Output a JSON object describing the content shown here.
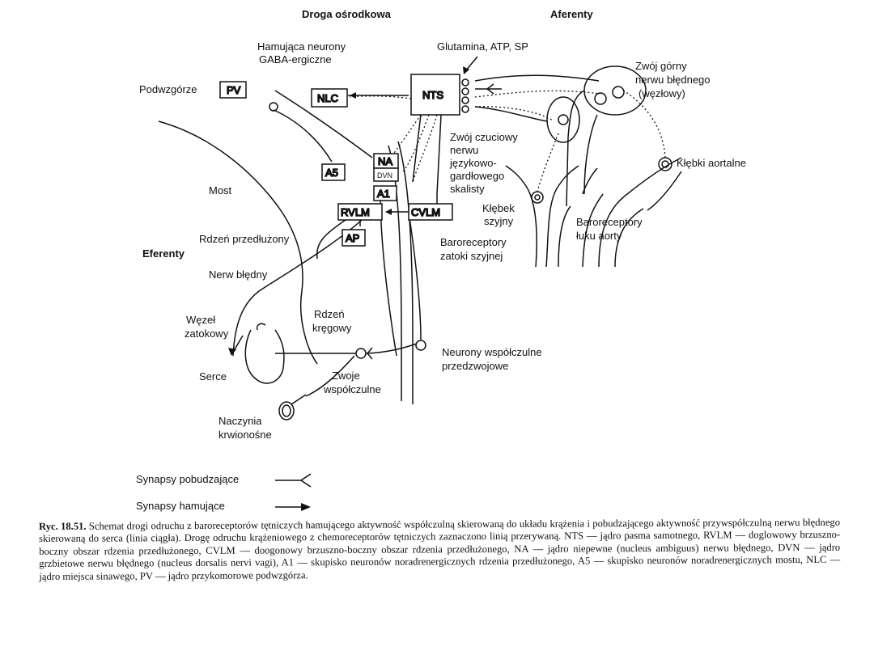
{
  "headers": {
    "central": "Droga ośrodkowa",
    "afferent": "Aferenty",
    "efferent": "Eferenty"
  },
  "labels": {
    "gaba": [
      "Hamująca neurony",
      "GABA-ergiczne"
    ],
    "hypothalamus": "Podwzgórze",
    "neurotransmitters": "Glutamina, ATP, SP",
    "vagal_ganglion": [
      "Zwój górny",
      "nerwu błędnego",
      "(węzłowy)"
    ],
    "glosso_ganglion": [
      "Zwój czuciowy",
      "nerwu",
      "językowo-",
      "gardłowego",
      "skalisty"
    ],
    "aortic_bodies": "Kłębki aortalne",
    "carotid_body": [
      "Kłębek",
      "szyjny"
    ],
    "aortic_baroreceptors": [
      "Baroreceptory",
      "łuku aorty"
    ],
    "sinus_baroreceptors": [
      "Baroreceptory",
      "zatoki szyjnej"
    ],
    "pons": "Most",
    "medulla": "Rdzeń przedłużony",
    "vagus": "Nerw błędny",
    "sa_node": [
      "Węzeł",
      "zatokowy"
    ],
    "spinal_cord": [
      "Rdzeń",
      "kręgowy"
    ],
    "heart": "Serce",
    "sympathetic_ganglia": [
      "Zwoje",
      "współczulne"
    ],
    "preganglionic": [
      "Neurony współczulne",
      "przedzwojowe"
    ],
    "vessels": [
      "Naczynia",
      "krwionośne"
    ]
  },
  "boxes": {
    "pv": "PV",
    "nlc": "NLC",
    "nts": "NTS",
    "na": "NA",
    "dvn": "DVN",
    "a1": "A1",
    "a5": "A5",
    "rvlm": "RVLM",
    "cvlm": "CVLM",
    "ap": "AP"
  },
  "legend": {
    "excitatory": "Synapsy pobudzające",
    "inhibitory": "Synapsy hamujące"
  },
  "caption": {
    "figure_label": "Ryc. 18.51.",
    "text": "Schemat drogi odruchu z baroreceptorów tętniczych hamującego aktywność współczulną skierowaną do układu krążenia i pobudzającego aktywność przywspółczulną nerwu błędnego skierowaną do serca (linia ciągła). Drogę odruchu krążeniowego z chemoreceptorów tętniczych zaznaczono linią przerywaną. NTS — jądro pasma samotnego, RVLM — doglowowy brzuszno-boczny obszar rdzenia przedłużonego, CVLM — doogonowy brzuszno-boczny obszar rdzenia przedłużonego, NA — jądro niepewne (nucleus ambiguus) nerwu błędnego, DVN — jądro grzbietowe nerwu błędnego (nucleus dorsalis nervi vagi), A1 — skupisko neuronów noradrenergicznych rdzenia przedłużonego, A5 — skupisko neuronów noradrenergicznych mostu, NLC — jądro miejsca sinawego, PV — jądro przykomorowe podwzgórza."
  }
}
